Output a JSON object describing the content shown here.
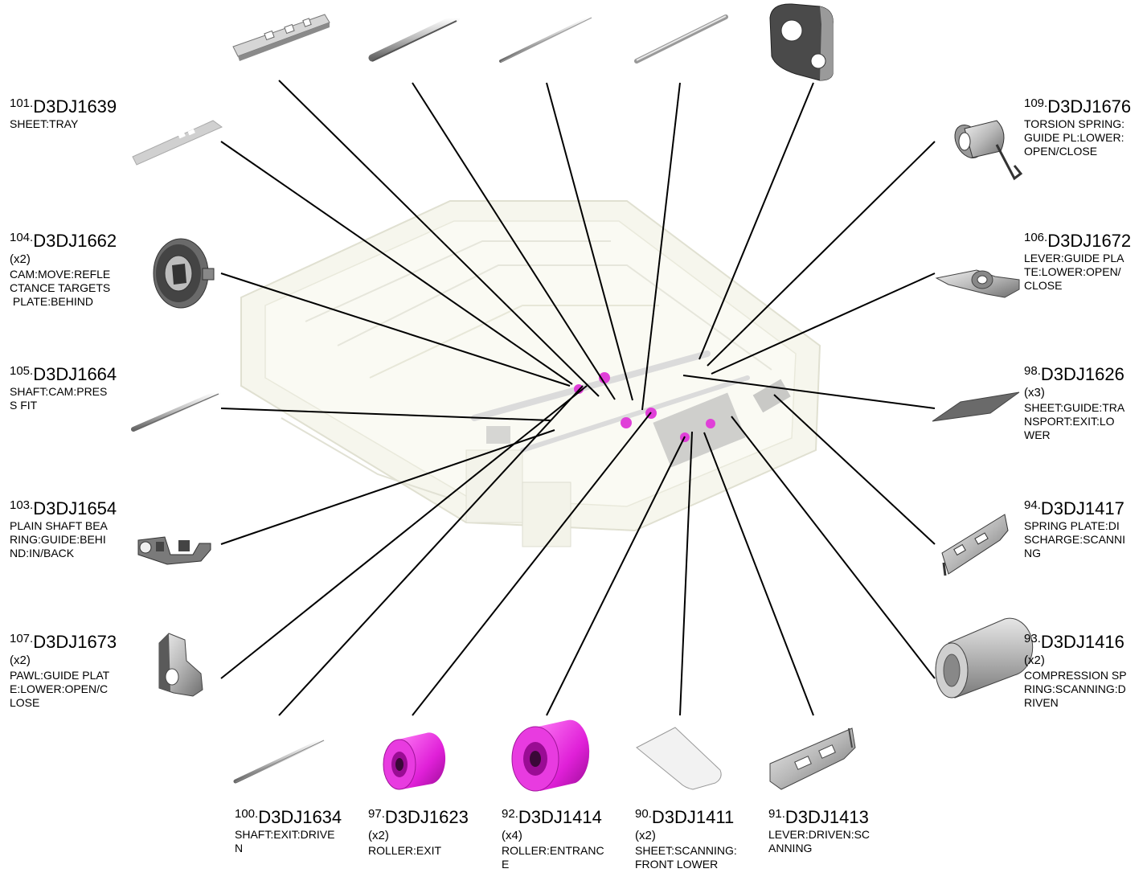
{
  "parts": [
    {
      "id": "p101",
      "num": "101",
      "code": "D3DJ1639",
      "qty": "",
      "desc": [
        "SHEET:TRAY"
      ]
    },
    {
      "id": "p104",
      "num": "104",
      "code": "D3DJ1662",
      "qty": "(x2)",
      "desc": [
        "CAM:MOVE:REFLE",
        "CTANCE TARGETS",
        " PLATE:BEHIND"
      ]
    },
    {
      "id": "p105",
      "num": "105",
      "code": "D3DJ1664",
      "qty": "",
      "desc": [
        "SHAFT:CAM:PRES",
        "S FIT"
      ]
    },
    {
      "id": "p103",
      "num": "103",
      "code": "D3DJ1654",
      "qty": "",
      "desc": [
        "PLAIN SHAFT BEA",
        "RING:GUIDE:BEHI",
        "ND:IN/BACK"
      ]
    },
    {
      "id": "p107",
      "num": "107",
      "code": "D3DJ1673",
      "qty": "(x2)",
      "desc": [
        "PAWL:GUIDE PLAT",
        "E:LOWER:OPEN/C",
        "LOSE"
      ]
    },
    {
      "id": "p109",
      "num": "109",
      "code": "D3DJ1676",
      "qty": "",
      "desc": [
        "TORSION SPRING:",
        "GUIDE PL:LOWER:",
        "OPEN/CLOSE"
      ]
    },
    {
      "id": "p106",
      "num": "106",
      "code": "D3DJ1672",
      "qty": "",
      "desc": [
        "LEVER:GUIDE PLA",
        "TE:LOWER:OPEN/",
        "CLOSE"
      ]
    },
    {
      "id": "p98",
      "num": "98",
      "code": "D3DJ1626",
      "qty": "(x3)",
      "desc": [
        "SHEET:GUIDE:TRA",
        "NSPORT:EXIT:LO",
        "WER"
      ]
    },
    {
      "id": "p94",
      "num": "94",
      "code": "D3DJ1417",
      "qty": "",
      "desc": [
        "SPRING PLATE:DI",
        "SCHARGE:SCANNI",
        "NG"
      ]
    },
    {
      "id": "p93",
      "num": "93",
      "code": "D3DJ1416",
      "qty": "(x2)",
      "desc": [
        "COMPRESSION SP",
        "RING:SCANNING:D",
        "RIVEN"
      ]
    },
    {
      "id": "p100",
      "num": "100",
      "code": "D3DJ1634",
      "qty": "",
      "desc": [
        "SHAFT:EXIT:DRIVE",
        "N"
      ]
    },
    {
      "id": "p97",
      "num": "97",
      "code": "D3DJ1623",
      "qty": "(x2)",
      "desc": [
        "ROLLER:EXIT"
      ]
    },
    {
      "id": "p92",
      "num": "92",
      "code": "D3DJ1414",
      "qty": "(x4)",
      "desc": [
        "ROLLER:ENTRANC",
        "E"
      ]
    },
    {
      "id": "p90",
      "num": "90",
      "code": "D3DJ1411",
      "qty": "(x2)",
      "desc": [
        "SHEET:SCANNING:",
        "FRONT LOWER"
      ]
    },
    {
      "id": "p91",
      "num": "91",
      "code": "D3DJ1413",
      "qty": "",
      "desc": [
        "LEVER:DRIVEN:SC",
        "ANNING"
      ]
    }
  ],
  "colors": {
    "leader": "#000000",
    "highlight": "#e040d8",
    "assembly_fill": "#f3f3e6",
    "assembly_stroke": "#d8d8c4",
    "part_gray": "#a8a8a8",
    "part_dark": "#555555"
  }
}
